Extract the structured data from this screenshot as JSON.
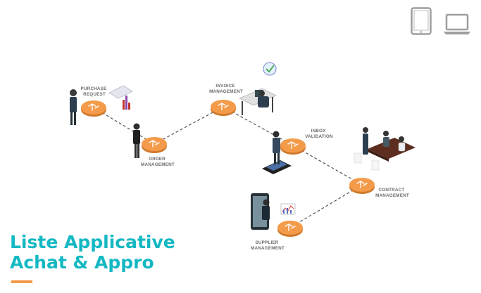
{
  "device_icons": [
    "tablet-icon",
    "laptop-icon"
  ],
  "colors": {
    "accent": "#14b8c3",
    "node_orange": "#f39b4a",
    "connector": "#555555",
    "label_gray": "#6b6b6b"
  },
  "title": {
    "line1": "Liste Applicative",
    "line2": "Achat & Appro"
  },
  "steps": [
    {
      "key": "purchase_request",
      "line1": "PURCHASE",
      "line2": "REQUEST"
    },
    {
      "key": "order_management",
      "line1": "ORDER",
      "line2": "MANAGEMENT"
    },
    {
      "key": "invoice_management",
      "line1": "INVOICE",
      "line2": "MANAGEMENT"
    },
    {
      "key": "inbox_validation",
      "line1": "INBOX",
      "line2": "VALIDATION"
    },
    {
      "key": "contract_management",
      "line1": "CONTRACT",
      "line2": "MANAGEMENT"
    },
    {
      "key": "supplier_management",
      "line1": "SUPPLIER",
      "line2": "MANAGEMENT"
    }
  ]
}
